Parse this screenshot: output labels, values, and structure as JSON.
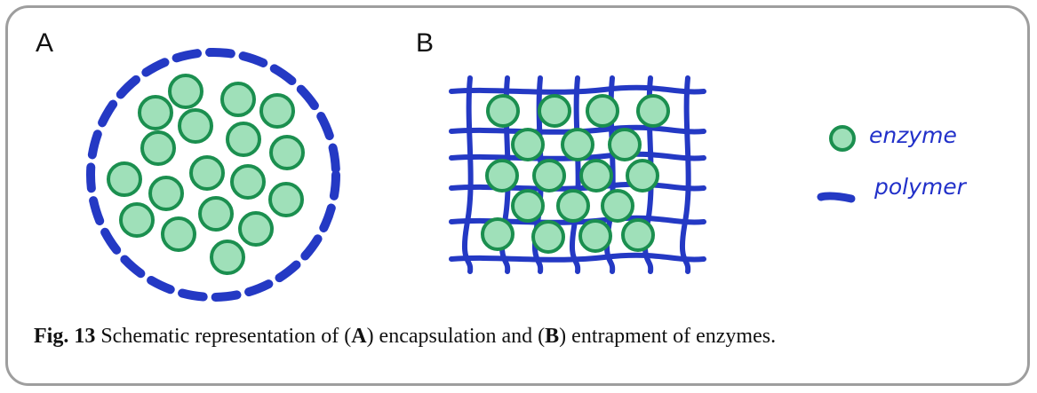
{
  "panels": {
    "a_label": "A",
    "b_label": "B"
  },
  "legend": {
    "enzyme_label": "enzyme",
    "polymer_label": "polymer"
  },
  "caption": {
    "fig_label": "Fig. 13",
    "text_1": " Schematic representation of (",
    "a_ref": "A",
    "text_2": ") encapsulation and (",
    "b_ref": "B",
    "text_3": ") entrapment of enzymes."
  },
  "colors": {
    "enzyme_fill": "#9fe0b9",
    "enzyme_stroke": "#1b8f4f",
    "polymer": "#2439c4",
    "frame": "#9e9e9e"
  }
}
